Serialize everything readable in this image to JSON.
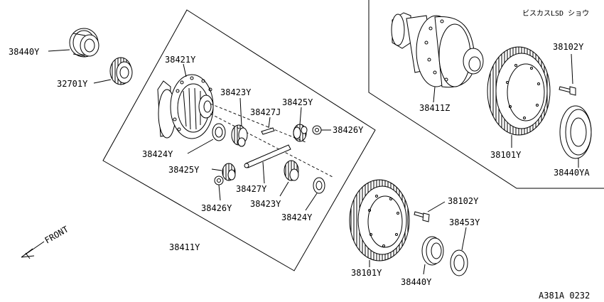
{
  "header": {
    "variant_label": "ビスカスLSD ショウ"
  },
  "footer": {
    "figure_code": "A381A 0232"
  },
  "direction": {
    "front_label": "FRONT"
  },
  "parts": [
    {
      "id": "p38440y_top",
      "label": "38440Y"
    },
    {
      "id": "p32701y",
      "label": "32701Y"
    },
    {
      "id": "p38421y",
      "label": "38421Y"
    },
    {
      "id": "p38423y_top",
      "label": "38423Y"
    },
    {
      "id": "p38427j",
      "label": "38427J"
    },
    {
      "id": "p38425y_top",
      "label": "38425Y"
    },
    {
      "id": "p38426y_right",
      "label": "38426Y"
    },
    {
      "id": "p38424y_left",
      "label": "38424Y"
    },
    {
      "id": "p38425y_left",
      "label": "38425Y"
    },
    {
      "id": "p38427y",
      "label": "38427Y"
    },
    {
      "id": "p38426y_bottom",
      "label": "38426Y"
    },
    {
      "id": "p38423y_bottom",
      "label": "38423Y"
    },
    {
      "id": "p38424y_bottom",
      "label": "38424Y"
    },
    {
      "id": "p38411y",
      "label": "38411Y"
    },
    {
      "id": "p38411z",
      "label": "38411Z"
    },
    {
      "id": "p38101y_top",
      "label": "38101Y"
    },
    {
      "id": "p38102y_top",
      "label": "38102Y"
    },
    {
      "id": "p38440ya",
      "label": "38440YA"
    },
    {
      "id": "p38102y_bottom",
      "label": "38102Y"
    },
    {
      "id": "p38453y",
      "label": "38453Y"
    },
    {
      "id": "p38101y_bottom",
      "label": "38101Y"
    },
    {
      "id": "p38440y_bottom",
      "label": "38440Y"
    }
  ]
}
